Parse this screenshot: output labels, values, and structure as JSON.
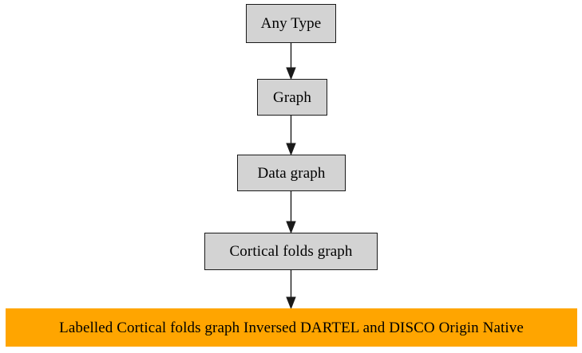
{
  "diagram": {
    "type": "flowchart",
    "orientation": "top-to-bottom",
    "background_color": "#ffffff",
    "default_node_fill": "#d3d3d3",
    "default_node_border": "#1a1a1a",
    "highlight_node_fill": "#ffa500",
    "edge_color": "#1a1a1a",
    "nodes": [
      {
        "id": "any-type",
        "label": "Any Type",
        "fill": "#d3d3d3"
      },
      {
        "id": "graph",
        "label": "Graph",
        "fill": "#d3d3d3"
      },
      {
        "id": "data-graph",
        "label": "Data graph",
        "fill": "#d3d3d3"
      },
      {
        "id": "cortical",
        "label": "Cortical folds graph",
        "fill": "#d3d3d3"
      },
      {
        "id": "labelled",
        "label": "Labelled Cortical folds graph Inversed DARTEL and DISCO Origin Native",
        "fill": "#ffa500"
      }
    ],
    "edges": [
      {
        "from": "any-type",
        "to": "graph"
      },
      {
        "from": "graph",
        "to": "data-graph"
      },
      {
        "from": "data-graph",
        "to": "cortical"
      },
      {
        "from": "cortical",
        "to": "labelled"
      }
    ]
  }
}
